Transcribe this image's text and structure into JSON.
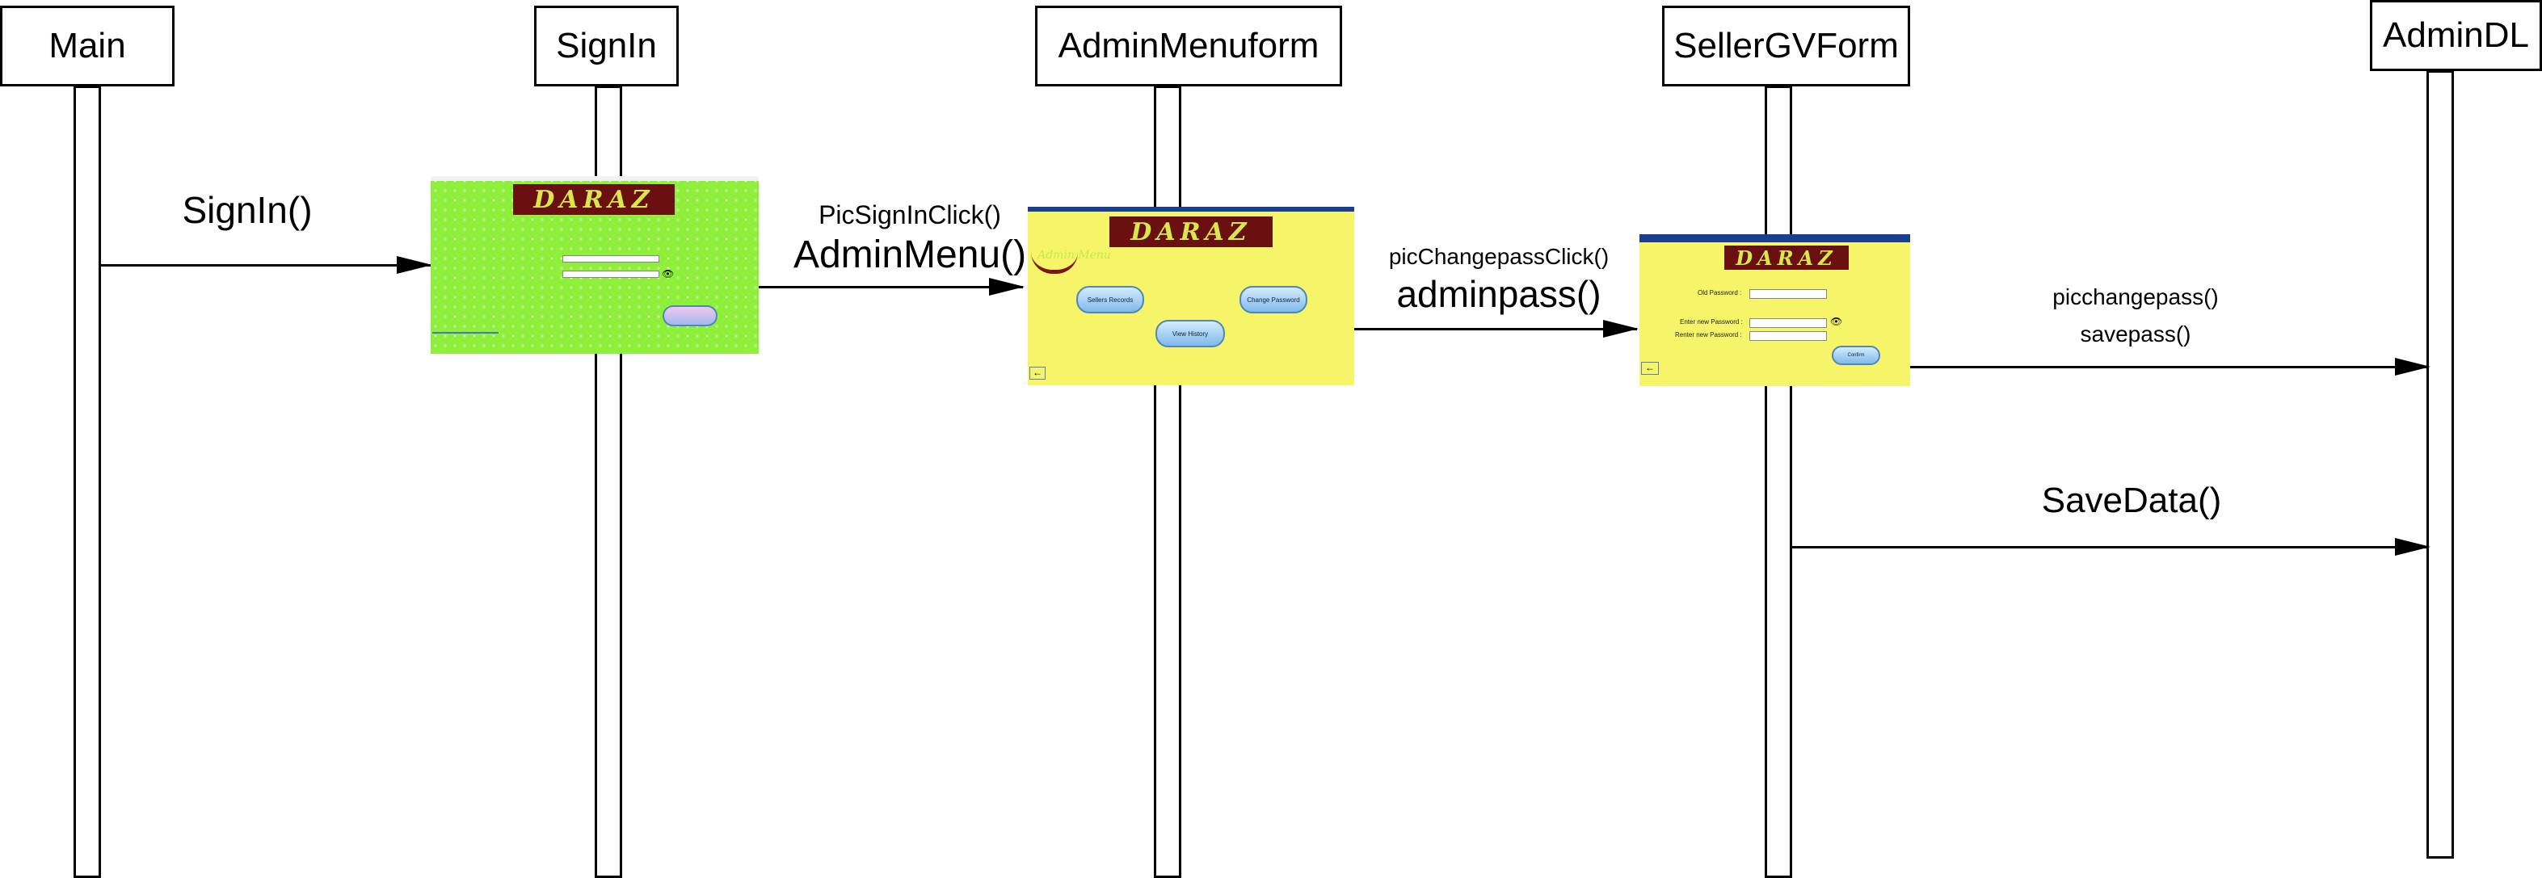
{
  "lifelines": [
    "Main",
    "SignIn",
    "AdminMenuform",
    "SellerGVForm",
    "AdminDL"
  ],
  "messages": {
    "m1": "SignIn()",
    "m2a": "PicSignInClick()",
    "m2b": "AdminMenu()",
    "m3a": "picChangepassClick()",
    "m3b": "adminpass()",
    "m4a": "picchangepass()",
    "m4b": "savepass()",
    "m5": "SaveData()"
  },
  "screens": {
    "signin": {
      "logo": "DARAZ"
    },
    "adminmenu": {
      "logo": "DARAZ",
      "tag": "Admin Menu",
      "buttons": [
        "Sellers Records",
        "Change Password",
        "View History"
      ],
      "back": "←"
    },
    "changepass": {
      "logo": "DARAZ",
      "fields": [
        "Old Password :",
        "Enter new Password :",
        "Renter new Password :"
      ],
      "button": "Confirm",
      "back": "←"
    }
  },
  "colors": {
    "green": "#8ef03a",
    "yellow": "#f6f56a",
    "logo_bg": "#6b1010",
    "logo_fg": "#d7e94a"
  }
}
